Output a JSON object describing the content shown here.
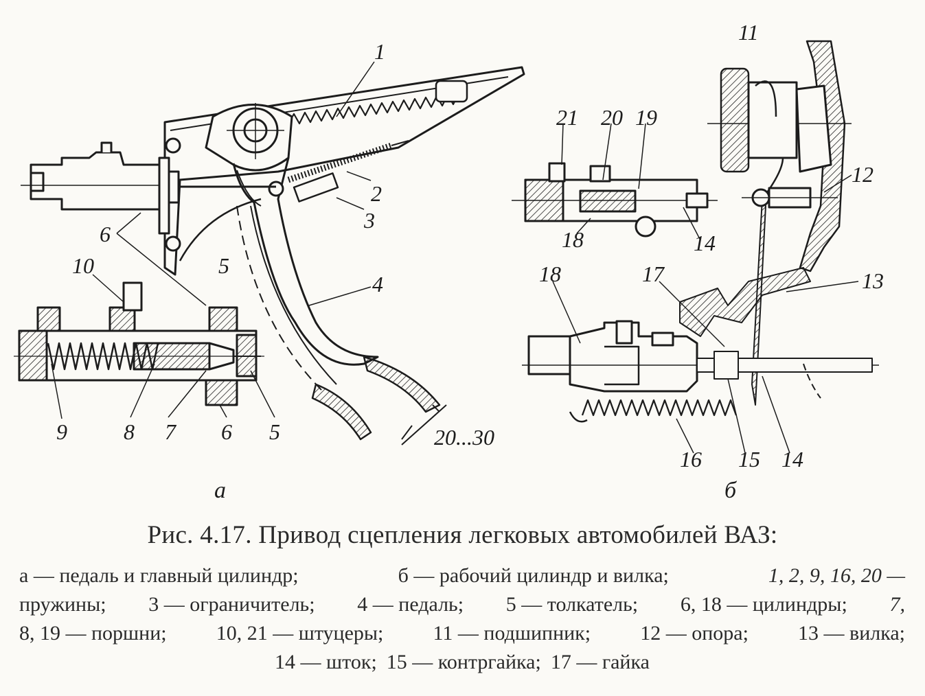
{
  "figure": {
    "subfig_a": "а",
    "subfig_b": "б",
    "dimension": "20...30",
    "callouts_a": [
      "1",
      "2",
      "3",
      "4",
      "5",
      "6",
      "5",
      "6",
      "7",
      "8",
      "9",
      "10"
    ],
    "callouts_b": [
      "11",
      "12",
      "13",
      "14",
      "14",
      "15",
      "16",
      "17",
      "18",
      "18",
      "19",
      "20",
      "21"
    ]
  },
  "caption": {
    "title": "Рис. 4.17. Привод сцепления легковых автомобилей ВАЗ:",
    "legend_lines": [
      [
        {
          "t": "а — педаль и главный цилиндр;",
          "i": false
        },
        {
          "t": "б — рабочий цилиндр и вилка;",
          "i": false
        },
        {
          "t": "1, 2, 9, 16, 20 —",
          "i": true
        }
      ],
      [
        {
          "t": "пружины;",
          "i": false
        },
        {
          "t": "3 — ограничитель;",
          "i": false
        },
        {
          "t": "4 — педаль;",
          "i": false
        },
        {
          "t": "5 — толкатель;",
          "i": false
        },
        {
          "t": "6, 18 — цилиндры;",
          "i": false
        },
        {
          "t": "7,",
          "i": true
        }
      ],
      [
        {
          "t": "8, 19 — поршни;",
          "i": false
        },
        {
          "t": "10, 21 — штуцеры;",
          "i": false
        },
        {
          "t": "11 — подшипник;",
          "i": false
        },
        {
          "t": "12 — опора;",
          "i": false
        },
        {
          "t": "13 — вилка;",
          "i": false
        }
      ],
      [
        {
          "t": "14 — шток;",
          "i": false
        },
        {
          "t": "15 — контргайка;",
          "i": false
        },
        {
          "t": "17 — гайка",
          "i": false
        }
      ]
    ]
  }
}
